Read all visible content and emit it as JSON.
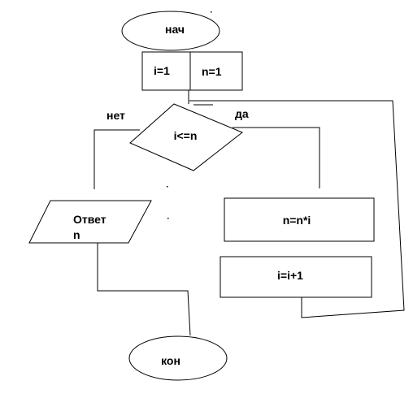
{
  "flowchart": {
    "start": "нач",
    "init_i": "i=1",
    "init_n": "n=1",
    "condition": "i<=n",
    "branch_no": "нет",
    "branch_yes": "да",
    "output_line1": "Ответ",
    "output_line2": "n",
    "process_multiply": "n=n*i",
    "process_increment": "i=i+1",
    "end": "кон"
  }
}
